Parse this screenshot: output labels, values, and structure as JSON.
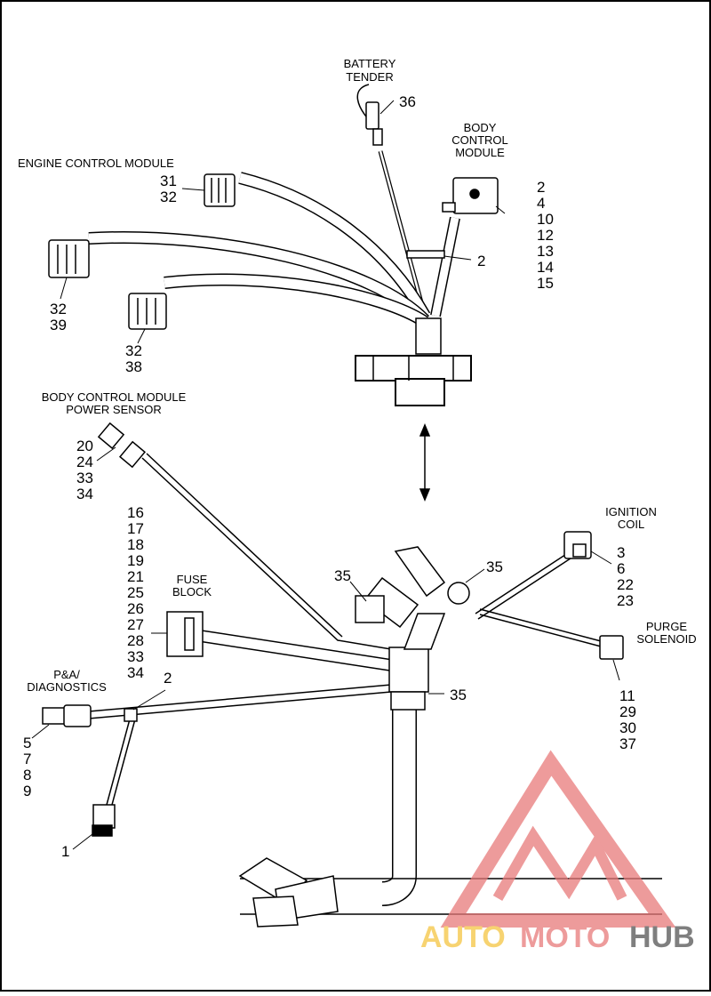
{
  "labels": {
    "battery_tender": [
      "BATTERY",
      "TENDER"
    ],
    "body_control_module": [
      "BODY",
      "CONTROL",
      "MODULE"
    ],
    "engine_control_module": "ENGINE CONTROL MODULE",
    "bcm_power_sensor": [
      "BODY CONTROL MODULE",
      "POWER SENSOR"
    ],
    "ignition_coil": [
      "IGNITION",
      "COIL"
    ],
    "fuse_block": [
      "FUSE",
      "BLOCK"
    ],
    "purge_solenoid": [
      "PURGE",
      "SOLENOID"
    ],
    "pa_diagnostics": [
      "P&A/",
      "DIAGNOSTICS"
    ]
  },
  "callouts": {
    "battery_tender": [
      "36"
    ],
    "bcm": [
      "2",
      "4",
      "10",
      "12",
      "13",
      "14",
      "15"
    ],
    "strap_top": [
      "2"
    ],
    "ecm_a": [
      "31",
      "32"
    ],
    "ecm_b": [
      "32",
      "39"
    ],
    "ecm_c": [
      "32",
      "38"
    ],
    "power_sensor": [
      "20",
      "24",
      "33",
      "34"
    ],
    "fuse_block": [
      "16",
      "17",
      "18",
      "19",
      "21",
      "25",
      "26",
      "27",
      "28",
      "33",
      "34"
    ],
    "ignition_coil": [
      "3",
      "6",
      "22",
      "23"
    ],
    "clip_left": [
      "35"
    ],
    "clip_right": [
      "35"
    ],
    "clip_lower": [
      "35"
    ],
    "purge": [
      "11",
      "29",
      "30",
      "37"
    ],
    "pa_diag": [
      "5",
      "7",
      "8",
      "9"
    ],
    "strap_diag": [
      "2"
    ],
    "connector_1": [
      "1"
    ]
  },
  "watermark": {
    "text_a": "AUTO",
    "text_b": "MOTO",
    "text_c": "HUB",
    "color_a": "#f5c542",
    "color_b": "#e87a7a",
    "color_c": "#555555"
  }
}
